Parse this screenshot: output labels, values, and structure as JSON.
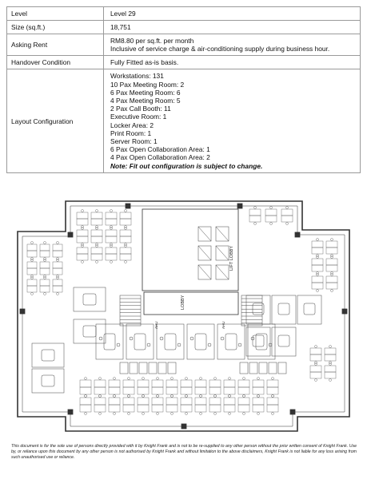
{
  "spec_rows": [
    {
      "label": "Level",
      "lines": [
        "Level 29"
      ]
    },
    {
      "label": "Size (sq.ft.)",
      "lines": [
        "18,751"
      ]
    },
    {
      "label": "Asking Rent",
      "lines": [
        "RM8.80 per sq.ft. per month",
        "Inclusive of service charge & air-conditioning supply during business hour."
      ]
    },
    {
      "label": "Handover Condition",
      "lines": [
        "Fully Fitted as-is basis."
      ]
    },
    {
      "label": "Layout Configuration",
      "lines": [
        "Workstations: 131",
        "10 Pax Meeting Room: 2",
        "6 Pax Meeting Room: 6",
        "4 Pax Meeting Room: 5",
        "2 Pax Call Booth: 11",
        "Executive Room: 1",
        "Locker Area: 2",
        "Print Room: 1",
        "Server Room: 1",
        "6 Pax Open Collaboration Area: 1",
        "4 Pax Open Collaboration Area: 2"
      ],
      "note": "Note: Fit out configuration is subject to change."
    }
  ],
  "floor_plan": {
    "labels": {
      "lift_lobby": "LIFT LOBBY",
      "lobby": "LOBBY",
      "ahu_left": "AHU",
      "ahu_right": "AHU"
    }
  },
  "disclaimer": "This document is for the sole use of persons directly provided with it by Knight Frank and is not to be re-supplied to any other person without the prior written consent of Knight Frank. Use by, or reliance upon this document by any other person is not authorised by Knight Frank and without limitation to the above disclaimers, Knight Frank is not liable for any loss arising from such unauthorised use or reliance."
}
